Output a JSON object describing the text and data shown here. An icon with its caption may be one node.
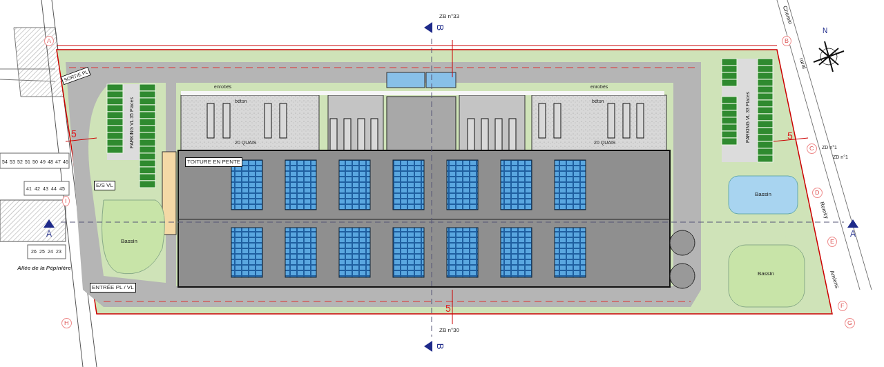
{
  "diagram": {
    "labels": [
      "Chemin",
      "ZB n°33",
      "B",
      "N",
      "A",
      "B",
      "rural",
      "SORTIE PL",
      "enrobés",
      "enrobés",
      "béton",
      "béton",
      "PARKING VL 35 Places",
      "5",
      "20 QUAIS",
      "20 QUAIS",
      "PARKING VL 33 Places",
      "5",
      "C",
      "ZD n°1",
      "ZD n°1",
      "54",
      "53",
      "52",
      "51",
      "50",
      "49",
      "48",
      "47",
      "46",
      "TOITURE EN PENTE",
      "E/S VL",
      "41",
      "42",
      "43",
      "44",
      "45",
      "D",
      "Bassin",
      "I",
      "Remiry",
      "A",
      "Bassin",
      "E",
      "A",
      "26",
      "25",
      "24",
      "23",
      "Allée de la Pépinière",
      "Bassin",
      "Amiens",
      "ENTRÉE PL / VL",
      "5",
      "F",
      "H",
      "G",
      "ZB n°30",
      "B"
    ]
  }
}
